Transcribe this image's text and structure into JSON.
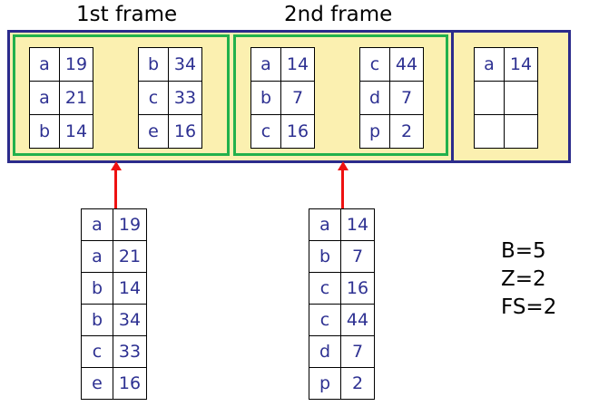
{
  "labels": {
    "frame1": "1st frame",
    "frame2": "2nd frame"
  },
  "buffer_pages": [
    {
      "rows": [
        [
          "a",
          "19"
        ],
        [
          "a",
          "21"
        ],
        [
          "b",
          "14"
        ]
      ]
    },
    {
      "rows": [
        [
          "b",
          "34"
        ],
        [
          "c",
          "33"
        ],
        [
          "e",
          "16"
        ]
      ]
    },
    {
      "rows": [
        [
          "a",
          "14"
        ],
        [
          "b",
          "7"
        ],
        [
          "c",
          "16"
        ]
      ]
    },
    {
      "rows": [
        [
          "c",
          "44"
        ],
        [
          "d",
          "7"
        ],
        [
          "p",
          "2"
        ]
      ]
    },
    {
      "rows": [
        [
          "a",
          "14"
        ],
        [
          "",
          ""
        ],
        [
          "",
          ""
        ]
      ]
    }
  ],
  "runs": [
    {
      "rows": [
        [
          "a",
          "19"
        ],
        [
          "a",
          "21"
        ],
        [
          "b",
          "14"
        ],
        [
          "b",
          "34"
        ],
        [
          "c",
          "33"
        ],
        [
          "e",
          "16"
        ]
      ]
    },
    {
      "rows": [
        [
          "a",
          "14"
        ],
        [
          "b",
          "7"
        ],
        [
          "c",
          "16"
        ],
        [
          "c",
          "44"
        ],
        [
          "d",
          "7"
        ],
        [
          "p",
          "2"
        ]
      ]
    }
  ],
  "params": [
    "B=5",
    "Z=2",
    "FS=2"
  ],
  "colors": {
    "buffer_border": "#2b2b8c",
    "buffer_fill": "#fbf0b0",
    "frame_border": "#22b14c",
    "arrow": "#ee1111",
    "cell_text": "#2e3192"
  }
}
